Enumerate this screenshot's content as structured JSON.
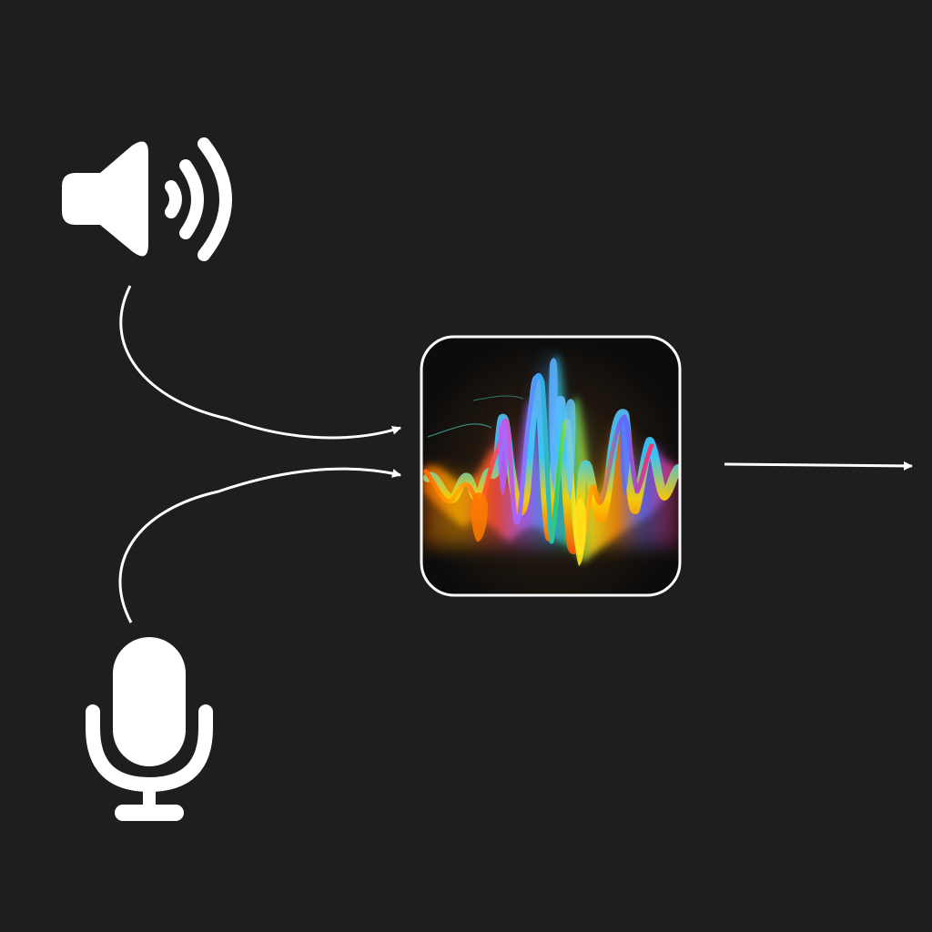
{
  "diagram": {
    "background_color": "#1e1e1e",
    "stroke_color": "#ffffff",
    "nodes": [
      {
        "id": "speaker",
        "icon": "speaker-icon"
      },
      {
        "id": "microphone",
        "icon": "microphone-icon"
      },
      {
        "id": "processor",
        "icon": "waveform-icon"
      }
    ],
    "edges": [
      {
        "from": "speaker",
        "to": "processor"
      },
      {
        "from": "microphone",
        "to": "processor"
      },
      {
        "from": "processor",
        "to": "output"
      }
    ],
    "waveform_colors": [
      "#ff6a00",
      "#ffb000",
      "#ffe21a",
      "#2ecc71",
      "#33a6ff",
      "#5b6dff",
      "#b060ff",
      "#ff2d6f"
    ]
  }
}
